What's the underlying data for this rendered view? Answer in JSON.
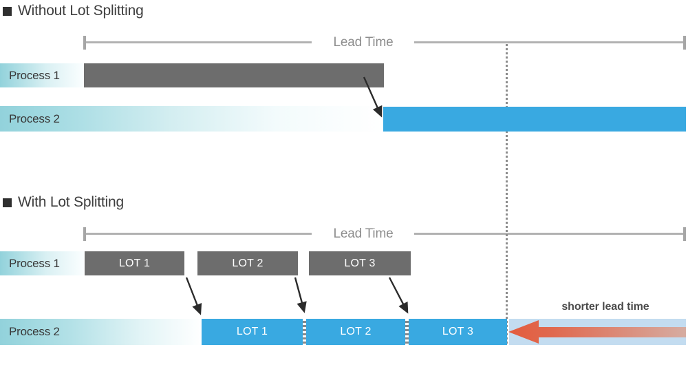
{
  "colors": {
    "blue": "#39a9e1",
    "gray_bar": "#6d6d6d",
    "teal": "#92d2db",
    "pale_band": "#c3dcf0",
    "arrow_red_start": "#e35c3e",
    "arrow_red_end": "#d6aca1",
    "line_gray": "#b2b2b2"
  },
  "section1": {
    "title": "Without Lot Splitting",
    "lead_time": "Lead Time",
    "rows": [
      {
        "label": "Process 1"
      },
      {
        "label": "Process 2"
      }
    ]
  },
  "section2": {
    "title": "With Lot Splitting",
    "lead_time": "Lead Time",
    "rows": [
      {
        "label": "Process 1"
      },
      {
        "label": "Process 2"
      }
    ],
    "process1_lots": [
      "LOT 1",
      "LOT 2",
      "LOT 3"
    ],
    "process2_lots": [
      "LOT 1",
      "LOT 2",
      "LOT 3"
    ],
    "shorter_lead_time": "shorter lead time"
  }
}
